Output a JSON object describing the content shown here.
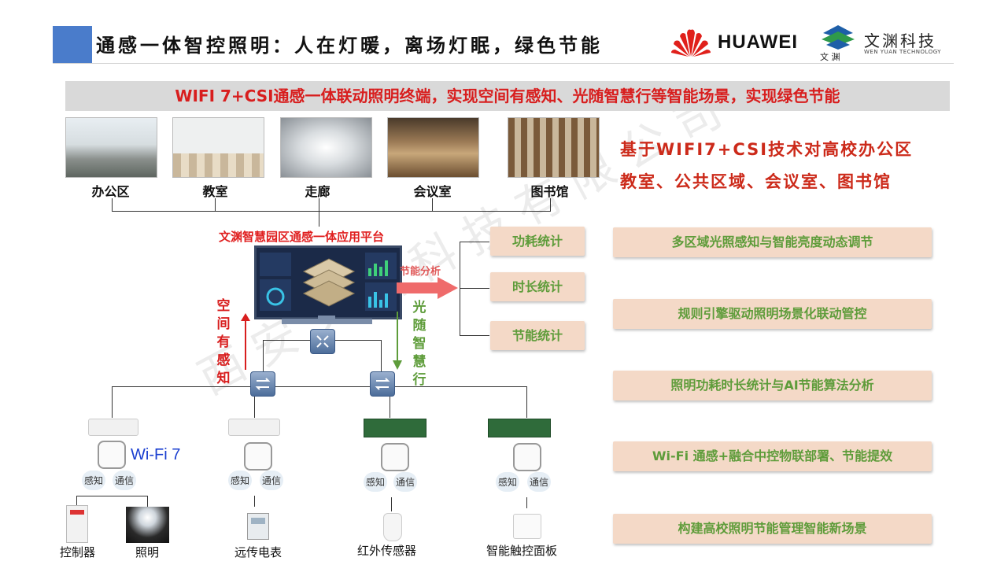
{
  "header": {
    "title": "通感一体智控照明：人在灯暖，离场灯眠，绿色节能",
    "huawei_logo": "HUAWEI",
    "wenyuan_name": "文渊科技",
    "wenyuan_english": "WEN YUAN TECHNOLOGY",
    "wenyuan_logo_text": "文 渊"
  },
  "banner": "WIFI 7+CSI通感一体联动照明终端，实现空间有感知、光随智慧行等智能场景，实现绿色节能",
  "scenes": [
    {
      "label": "办公区"
    },
    {
      "label": "教室"
    },
    {
      "label": "走廊"
    },
    {
      "label": "会议室"
    },
    {
      "label": "图书馆"
    }
  ],
  "summary": {
    "line1": "基于WIFI7+CSI技术对高校办公区",
    "line2": "教室、公共区域、会议室、图书馆"
  },
  "platform": {
    "label": "文渊智慧园区通感一体应用平台",
    "energy_analysis": "节能分析"
  },
  "stats": [
    "功耗统计",
    "时长统计",
    "节能统计"
  ],
  "features": [
    "多区域光照感知与智能亮度动态调节",
    "规则引擎驱动照明场景化联动管控",
    "照明功耗时长统计与AI节能算法分析",
    "Wi-Fi 通感+融合中控物联部署、节能提效",
    "构建高校照明节能管理智能新场景"
  ],
  "vertical_left": [
    "空",
    "间",
    "有",
    "感",
    "知"
  ],
  "vertical_right": [
    "光",
    "随",
    "智",
    "慧",
    "行"
  ],
  "wifi7": "Wi-Fi 7",
  "tags": {
    "sense": "感知",
    "comm": "通信"
  },
  "bottom_labels": {
    "controller": "控制器",
    "lighting": "照明",
    "meter": "远传电表",
    "infrared": "红外传感器",
    "panel": "智能触控面板"
  },
  "watermark": "西安文渊科技有限公司",
  "colors": {
    "accent_red": "#d81e1e",
    "accent_green": "#5e9c3a",
    "card_bg": "#f4d9c7",
    "title_square": "#4a7ccb"
  }
}
